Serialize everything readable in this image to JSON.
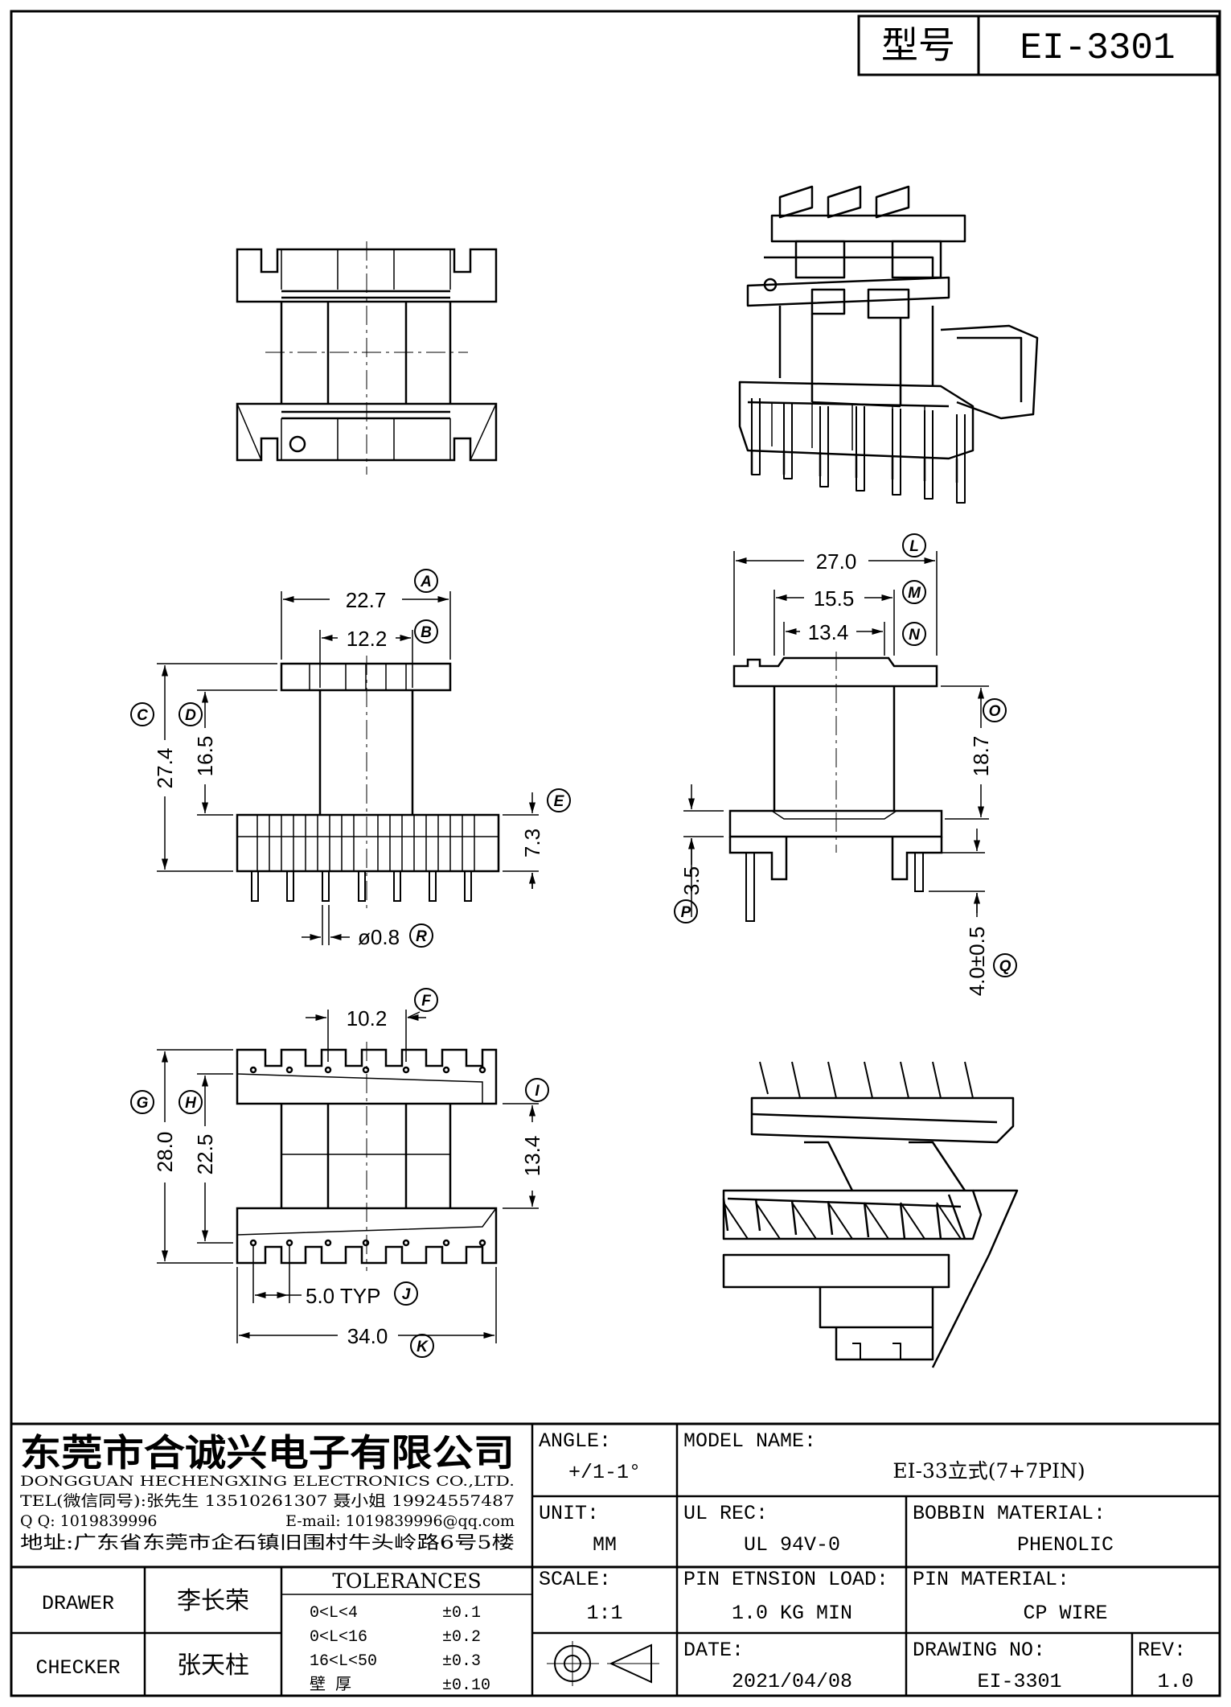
{
  "header": {
    "model_label": "型号",
    "model_value": "EI-3301"
  },
  "dimensions": {
    "A": "22.7",
    "B": "12.2",
    "C": "27.4",
    "D": "16.5",
    "E": "7.3",
    "R": "ø0.8",
    "L": "27.0",
    "M": "15.5",
    "N": "13.4",
    "O": "18.7",
    "P": "3.5",
    "Q": "4.0±0.5",
    "F": "10.2",
    "G": "28.0",
    "H": "22.5",
    "I": "13.4",
    "J": "5.0 TYP",
    "K": "34.0"
  },
  "callouts": [
    "A",
    "B",
    "C",
    "D",
    "E",
    "R",
    "L",
    "M",
    "N",
    "O",
    "P",
    "Q",
    "F",
    "G",
    "H",
    "I",
    "J",
    "K"
  ],
  "company": {
    "name_cn": "东莞市合诚兴电子有限公司",
    "name_en": "DONGGUAN HECHENGXING ELECTRONICS CO.,LTD.",
    "tel": "TEL(微信同号):张先生 13510261307 聂小姐 19924557487",
    "qq": "Q Q: 1019839996",
    "email": "E-mail: 1019839996@qq.com",
    "address": "地址:广东省东莞市企石镇旧围村牛头岭路6号5楼"
  },
  "title_block": {
    "angle_label": "ANGLE:",
    "angle_value": "+/1-1°",
    "unit_label": "UNIT:",
    "unit_value": "MM",
    "scale_label": "SCALE:",
    "scale_value": "1:1",
    "model_name_label": "MODEL NAME:",
    "model_name_value": "EI-33立式(7+7PIN)",
    "ul_rec_label": "UL REC:",
    "ul_rec_value": "UL 94V-0",
    "bobbin_material_label": "BOBBIN MATERIAL:",
    "bobbin_material_value": "PHENOLIC",
    "pin_tension_label": "PIN ETNSION LOAD:",
    "pin_tension_value": "1.0 KG MIN",
    "pin_material_label": "PIN MATERIAL:",
    "pin_material_value": "CP WIRE",
    "date_label": "DATE:",
    "date_value": "2021/04/08",
    "drawing_no_label": "DRAWING NO:",
    "drawing_no_value": "EI-3301",
    "rev_label": "REV:",
    "rev_value": "1.0",
    "drawer_label": "DRAWER",
    "drawer_value": "李长荣",
    "checker_label": "CHECKER",
    "checker_value": "张天柱",
    "tolerances_label": "TOLERANCES",
    "tolerances": [
      {
        "range": "0<L<4",
        "value": "±0.1"
      },
      {
        "range": "0<L<16",
        "value": "±0.2"
      },
      {
        "range": "16<L<50",
        "value": "±0.3"
      },
      {
        "range": "壁    厚",
        "value": "±0.10"
      }
    ]
  }
}
